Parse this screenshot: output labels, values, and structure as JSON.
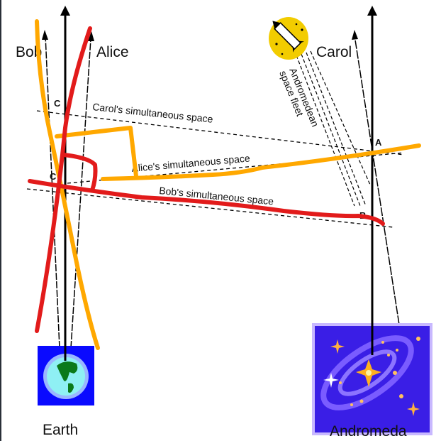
{
  "labels": {
    "bob": "Bob",
    "alice": "Alice",
    "carol": "Carol",
    "earth": "Earth",
    "andromeda": "Andromeda",
    "event_c_upper": "C",
    "event_c_lower": "C",
    "event_a": "A",
    "event_b": "B",
    "carol_space": "Carol's simultaneous space",
    "alice_space": "Alice's simultaneous space",
    "bob_space": "Bob's simultaneous space",
    "fleet_line1": "Andromedean",
    "fleet_line2": "space fleet"
  },
  "colors": {
    "orange_annotation": "#ffa800",
    "red_annotation": "#e21b1b",
    "earth_bg": "#0a0aff",
    "galaxy_bg": "#3a1ee6",
    "rocket_glow": "#f2cc00"
  }
}
